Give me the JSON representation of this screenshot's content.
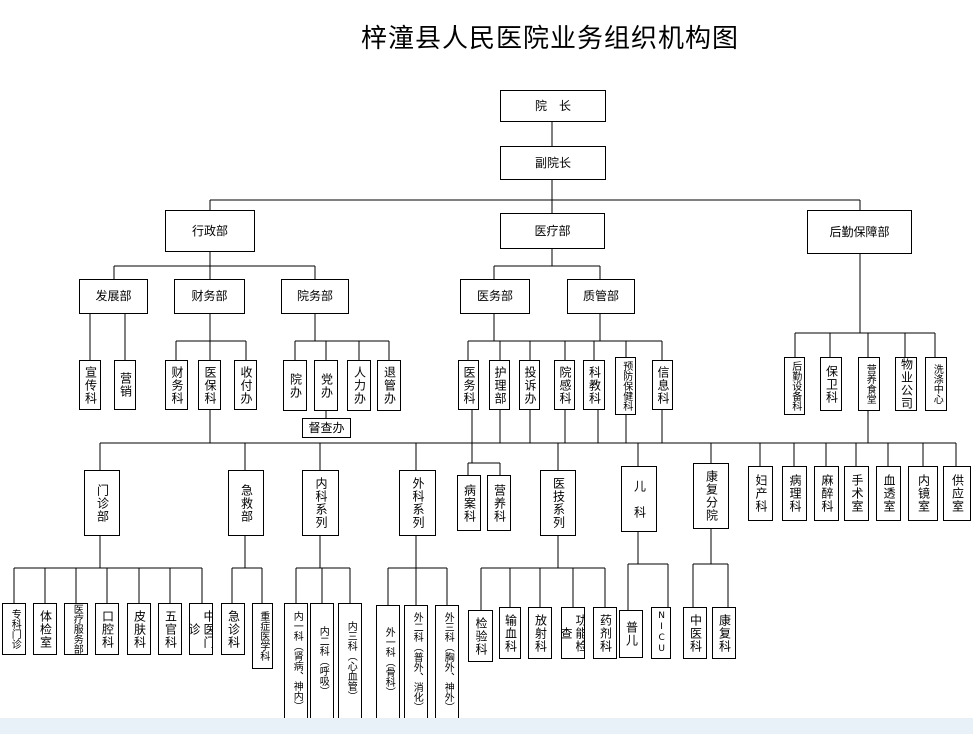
{
  "title": "梓潼县人民医院业务组织机构图",
  "nodes": {
    "president": "院　长",
    "vice_president": "副院长",
    "admin_dept": "行政部",
    "medical_dept": "医疗部",
    "logistics_dept": "后勤保障部",
    "development_dept": "发展部",
    "finance_dept": "财务部",
    "hospital_affairs_dept": "院务部",
    "medical_affairs_dept": "医务部",
    "quality_dept": "质管部",
    "publicity": "宣传科",
    "marketing": "营销",
    "finance_section": "财务科",
    "med_insurance": "医保科",
    "collection_office": "收付办",
    "hospital_office": "院办",
    "party_office": "党办",
    "hr_office": "人力办",
    "retirement_office": "退管办",
    "supervision_office": "督查办",
    "medical_affairs_section": "医务科",
    "nursing_dept": "护理部",
    "complaint_office": "投诉办",
    "infection_section": "院感科",
    "education_section": "科教科",
    "prevention_section": "预防保健科",
    "info_section": "信息科",
    "logistics_equipment": "后勤设备科",
    "security": "保卫科",
    "nutrition_canteen": "营养食堂",
    "property_company": "物业公司",
    "laundry_center": "洗涤中心",
    "outpatient": "门诊部",
    "emergency": "急救部",
    "internal_med": "内科系列",
    "surgery": "外科系列",
    "pathology_case": "病案科",
    "nutrition_section": "营养科",
    "medical_tech": "医技系列",
    "pediatrics": "儿　科",
    "rehab_branch": "康复分院",
    "obgyn": "妇产科",
    "pathology": "病理科",
    "anesthesia": "麻醉科",
    "operating_room": "手术室",
    "dialysis": "血透室",
    "endoscopy": "内镜室",
    "supply_room": "供应室",
    "specialist_clinic": "专科门诊",
    "physical_exam": "体检室",
    "medical_service": "医疗服务部",
    "stomatology": "口腔科",
    "dermatology": "皮肤科",
    "ent": "五官科",
    "tcm_clinic": "中医门诊",
    "emergency_clinic": "急诊科",
    "critical_care": "重症医学科",
    "internal_1": "内一科（肾病、神内）",
    "internal_2": "内二科（呼吸）",
    "internal_3": "内三科（心血管）",
    "surgery_1": "外一科（骨科）",
    "surgery_2": "外二科（普外、消化）",
    "surgery_3": "外三科（胸外、神外）",
    "laboratory": "检验科",
    "blood_transfusion": "输血科",
    "radiology": "放射科",
    "function_exam": "功能检查",
    "pharmacy": "药剂科",
    "general_pediatrics": "普儿",
    "nicu": "NICU",
    "tcm_section": "中医科",
    "rehab_section": "康复科"
  },
  "colors": {
    "line": "#000000",
    "box_border": "#000000",
    "footer": "#e8f0f8"
  }
}
